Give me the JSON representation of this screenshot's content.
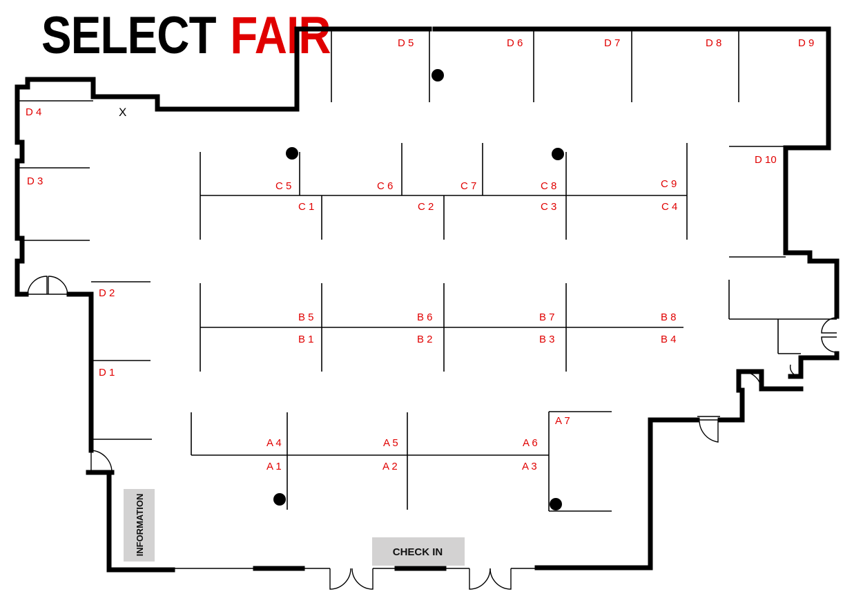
{
  "header": {
    "title_word1": "SELECT",
    "title_word2": "FAIR"
  },
  "colors": {
    "booth_label": "#e00000",
    "wall": "#000000",
    "panel": "#d3d2d2",
    "title_red": "#e00000"
  },
  "markers": {
    "x_mark": "X"
  },
  "panels": {
    "information": "INFORMATION",
    "check_in": "CHECK IN"
  },
  "booths": {
    "D": [
      "D 1",
      "D 2",
      "D 3",
      "D 4",
      "D 5",
      "D 6",
      "D 7",
      "D 8",
      "D 9",
      "D 10"
    ],
    "C": [
      "C 1",
      "C 2",
      "C 3",
      "C 4",
      "C 5",
      "C 6",
      "C 7",
      "C 8",
      "C 9"
    ],
    "B": [
      "B 1",
      "B 2",
      "B 3",
      "B 4",
      "B 5",
      "B 6",
      "B 7",
      "B 8"
    ],
    "A": [
      "A 1",
      "A 2",
      "A 3",
      "A 4",
      "A 5",
      "A 6",
      "A 7"
    ]
  }
}
